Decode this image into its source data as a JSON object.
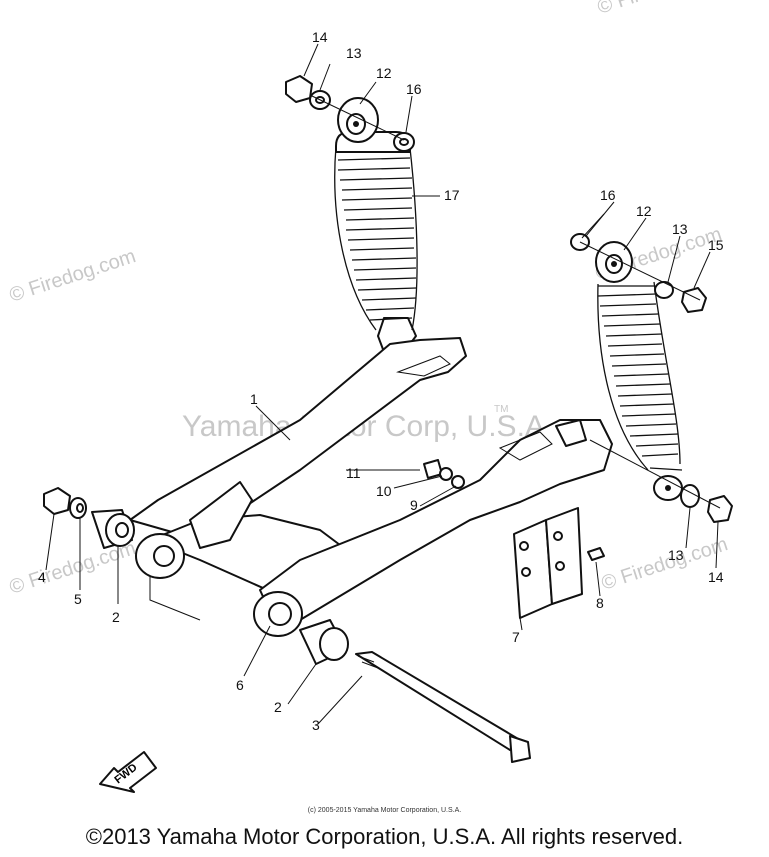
{
  "watermarks": {
    "firedog": "© Firedog.com",
    "yamaha": "Yamaha Motor Corp, U.S.A.",
    "tm": "TM"
  },
  "callouts": [
    "1",
    "2",
    "2",
    "3",
    "4",
    "5",
    "6",
    "7",
    "8",
    "9",
    "10",
    "11",
    "12",
    "12",
    "13",
    "13",
    "13",
    "14",
    "14",
    "15",
    "16",
    "16",
    "17"
  ],
  "fwd_label": "FWD",
  "footer": {
    "small_copyright": "(c) 2005-2015 Yamaha Motor Corporation, U.S.A.",
    "copyright": "©2013 Yamaha Motor Corporation, U.S.A. All rights reserved."
  },
  "colors": {
    "line": "#111111",
    "watermark": "#c8c8c8",
    "background": "#ffffff"
  }
}
